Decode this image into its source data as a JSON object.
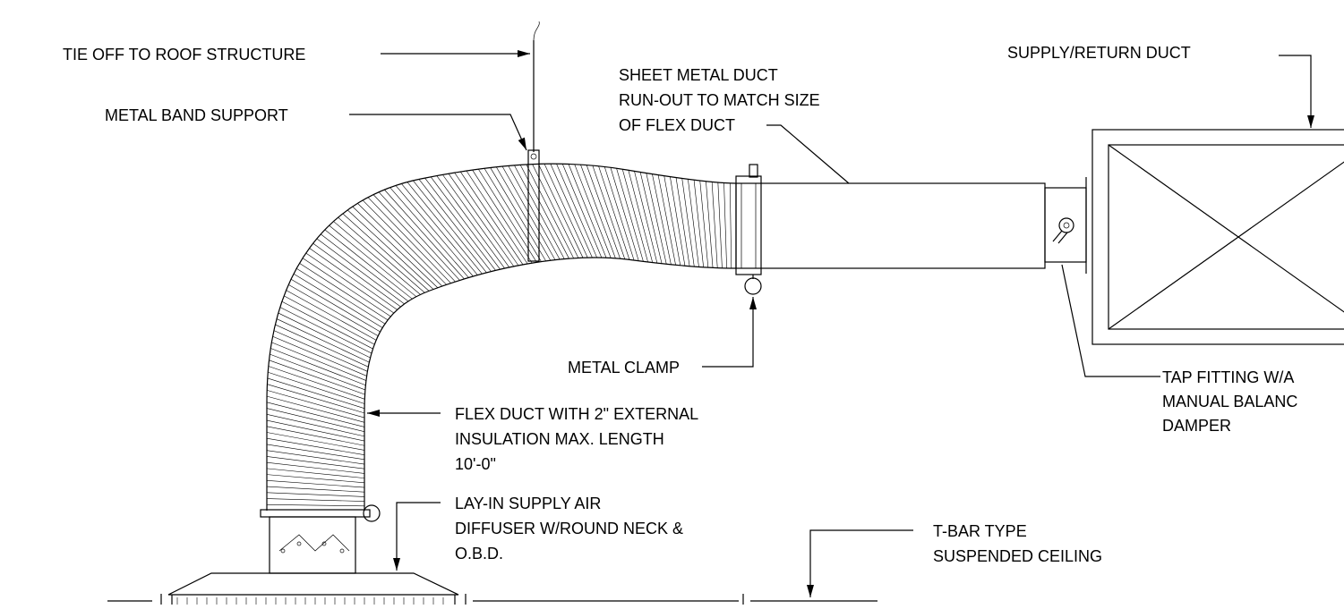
{
  "labels": {
    "tie_off": "TIE OFF TO ROOF STRUCTURE",
    "band_support": "METAL BAND SUPPORT",
    "sheet_metal": [
      "SHEET METAL DUCT",
      "RUN-OUT TO MATCH SIZE",
      "OF FLEX DUCT"
    ],
    "supply_return": "SUPPLY/RETURN DUCT",
    "metal_clamp": "METAL CLAMP",
    "tap_fitting": [
      "TAP FITTING W/A",
      "MANUAL BALANC",
      "DAMPER"
    ],
    "flex_duct": [
      "FLEX DUCT WITH 2\" EXTERNAL",
      "INSULATION MAX. LENGTH",
      "10'-0\""
    ],
    "diffuser": [
      "LAY-IN SUPPLY AIR",
      "DIFFUSER W/ROUND NECK &",
      "O.B.D."
    ],
    "tbar": [
      "T-BAR TYPE",
      "SUSPENDED CEILING"
    ]
  }
}
